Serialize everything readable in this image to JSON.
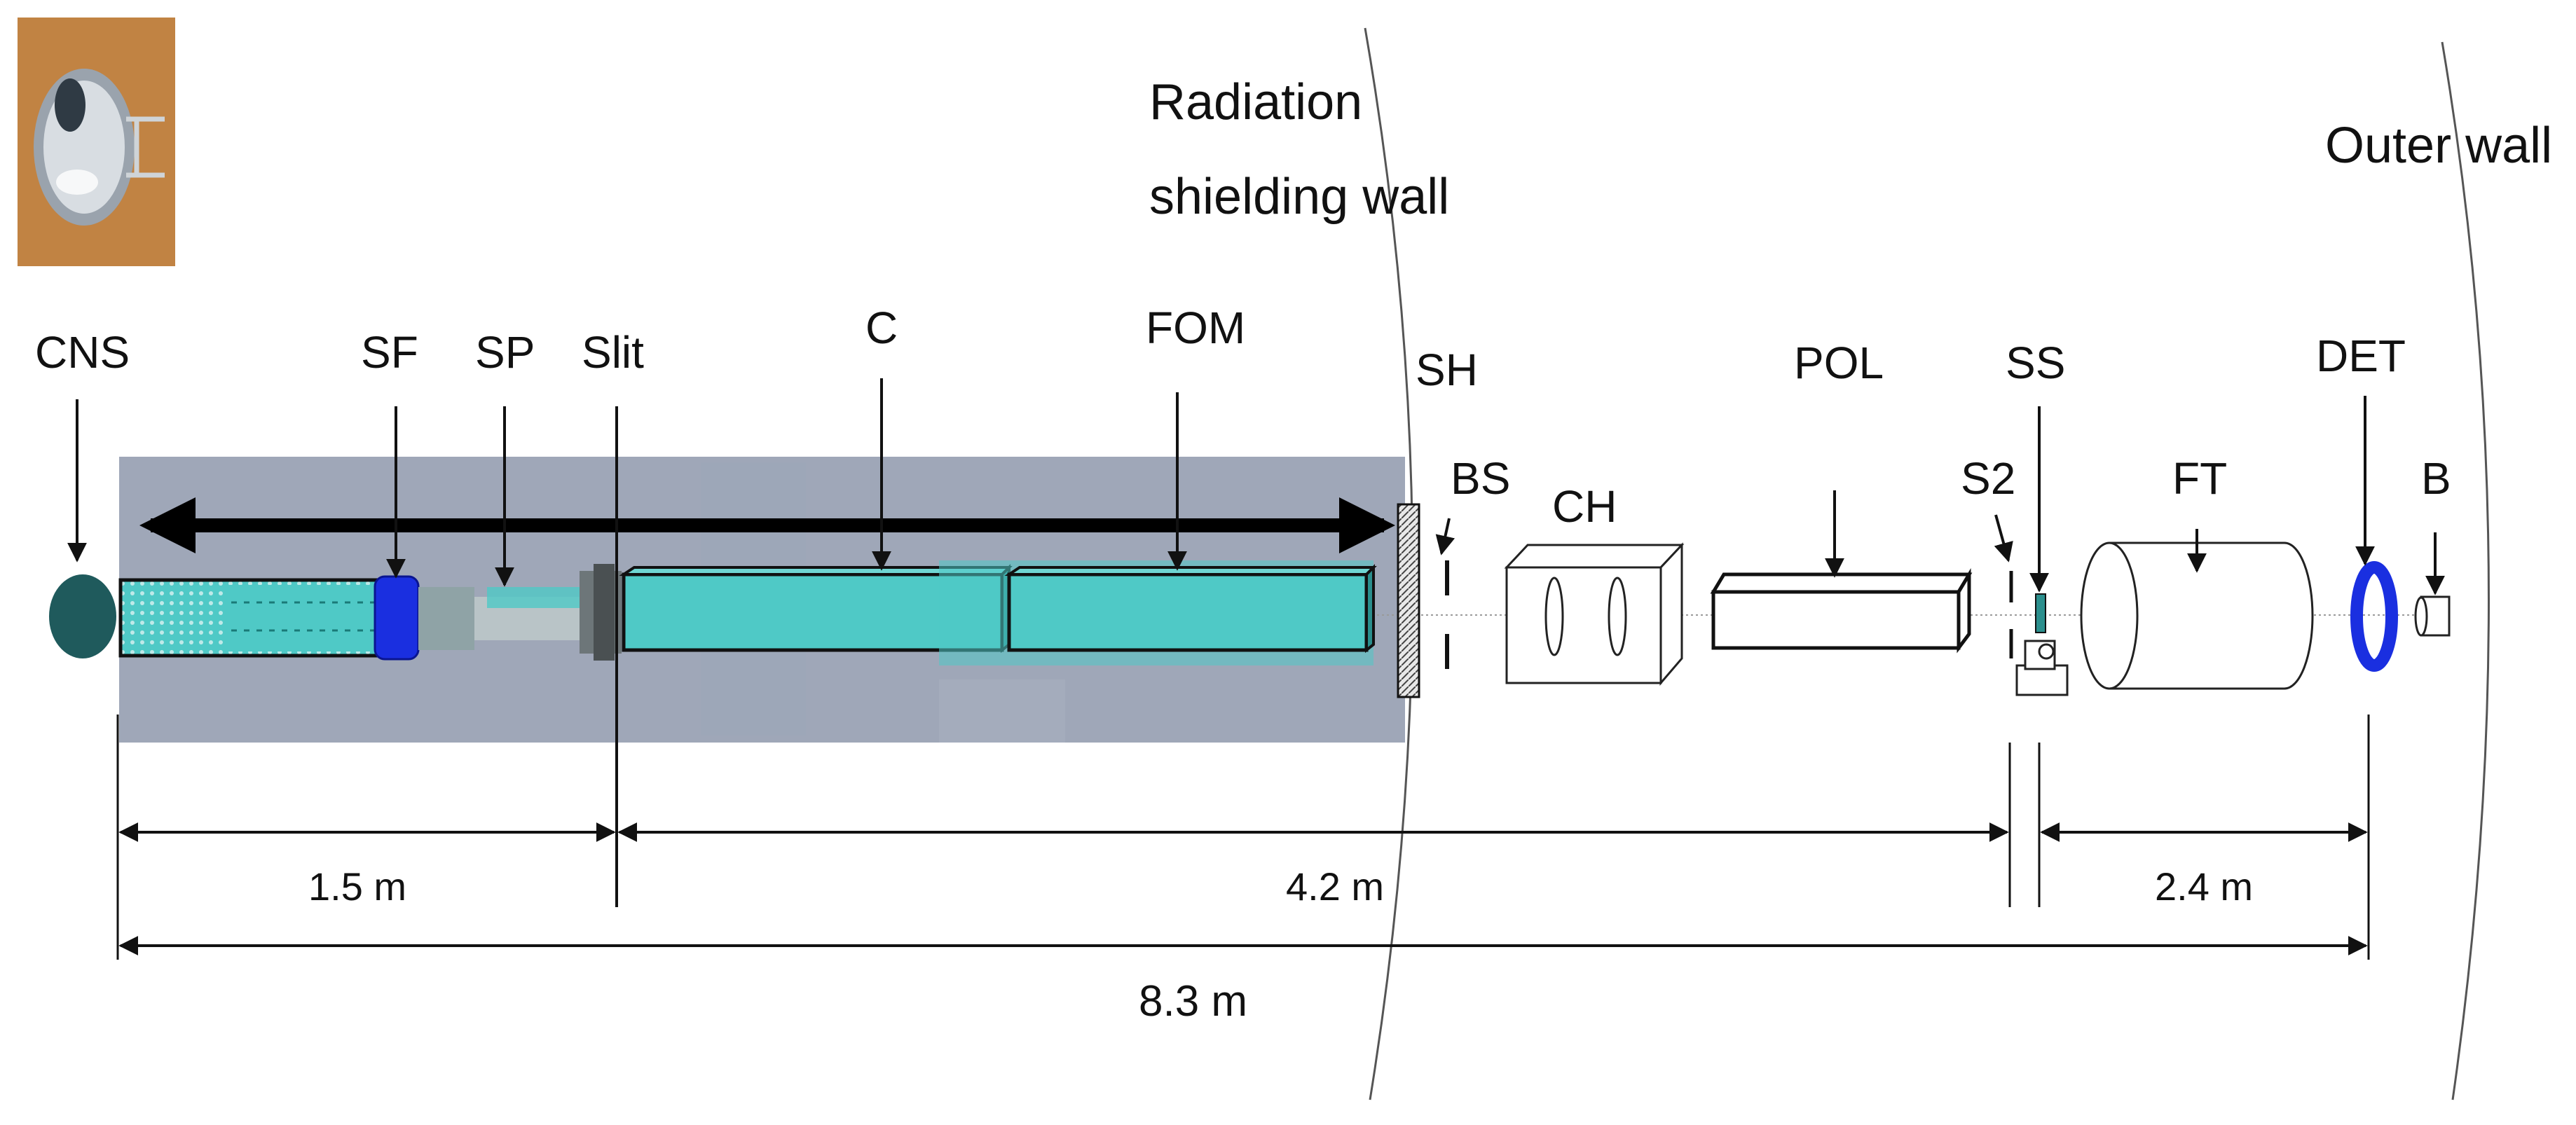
{
  "labels": {
    "wall_shield_1": "Radiation",
    "wall_shield_2": "shielding wall",
    "wall_outer": "Outer wall",
    "cns": "CNS",
    "sf": "SF",
    "sp": "SP",
    "slit": "Slit",
    "c": "C",
    "fom": "FOM",
    "sh": "SH",
    "bs": "BS",
    "ch": "CH",
    "pol": "POL",
    "s2": "S2",
    "ss": "SS",
    "ft": "FT",
    "det": "DET",
    "b": "B"
  },
  "dimensions": {
    "d1": "1.5 m",
    "d2": "4.2 m",
    "d3": "2.4 m",
    "total": "8.3 m"
  },
  "colors": {
    "guide_bg": "#8e98ab",
    "teal": "#4fc9c6",
    "teal_dark": "#2b8f8d",
    "blue": "#1a2fe0",
    "cns_ball": "#1f5a5c",
    "photo_bg": "#c88a4a"
  },
  "icons": {
    "photo": "cold-neutron-source-photo"
  }
}
